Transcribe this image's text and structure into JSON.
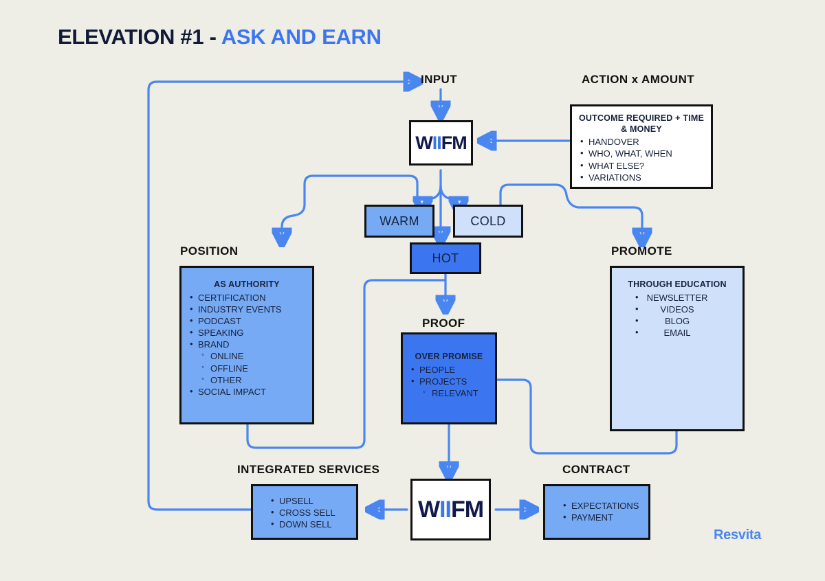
{
  "title": {
    "dark": "ELEVATION #1 - ",
    "blue": "ASK AND EARN"
  },
  "brand": "Resvita",
  "labels": {
    "input": "INPUT",
    "action_amount": "ACTION x AMOUNT",
    "position": "POSITION",
    "promote": "PROMOTE",
    "proof": "PROOF",
    "integrated_services": "INTEGRATED SERVICES",
    "contract": "CONTRACT"
  },
  "logo": {
    "part1": "W",
    "part2": "II",
    "part3": "FM"
  },
  "temperature": {
    "warm": "WARM",
    "cold": "COLD",
    "hot": "HOT"
  },
  "action_box": {
    "heading": "OUTCOME REQUIRED + TIME & MONEY",
    "items": [
      "HANDOVER",
      "WHO, WHAT, WHEN",
      "WHAT ELSE?",
      "VARIATIONS"
    ]
  },
  "position_box": {
    "heading": "AS AUTHORITY",
    "items": [
      {
        "text": "CERTIFICATION",
        "sub": false
      },
      {
        "text": "INDUSTRY EVENTS",
        "sub": false
      },
      {
        "text": "PODCAST",
        "sub": false
      },
      {
        "text": "SPEAKING",
        "sub": false
      },
      {
        "text": "BRAND",
        "sub": false
      },
      {
        "text": "ONLINE",
        "sub": true
      },
      {
        "text": "OFFLINE",
        "sub": true
      },
      {
        "text": "OTHER",
        "sub": true
      },
      {
        "text": "SOCIAL IMPACT",
        "sub": false
      }
    ]
  },
  "promote_box": {
    "heading": "THROUGH EDUCATION",
    "items": [
      "NEWSLETTER",
      "VIDEOS",
      "BLOG",
      "EMAIL"
    ]
  },
  "proof_box": {
    "heading": "OVER PROMISE",
    "items": [
      {
        "text": "PEOPLE",
        "sub": false
      },
      {
        "text": "PROJECTS",
        "sub": false
      },
      {
        "text": "RELEVANT",
        "sub": true
      }
    ]
  },
  "integrated_box": {
    "items": [
      "UPSELL",
      "CROSS SELL",
      "DOWN SELL"
    ]
  },
  "contract_box": {
    "items": [
      "EXPECTATIONS",
      "PAYMENT"
    ]
  },
  "colors": {
    "background": "#efeee6",
    "accent_blue": "#3b76f0",
    "connector_blue": "#4a86f0",
    "light_blue": "#cfe0fa",
    "mid_blue": "#76aaf5",
    "navy": "#12194a",
    "outline": "#111111"
  }
}
